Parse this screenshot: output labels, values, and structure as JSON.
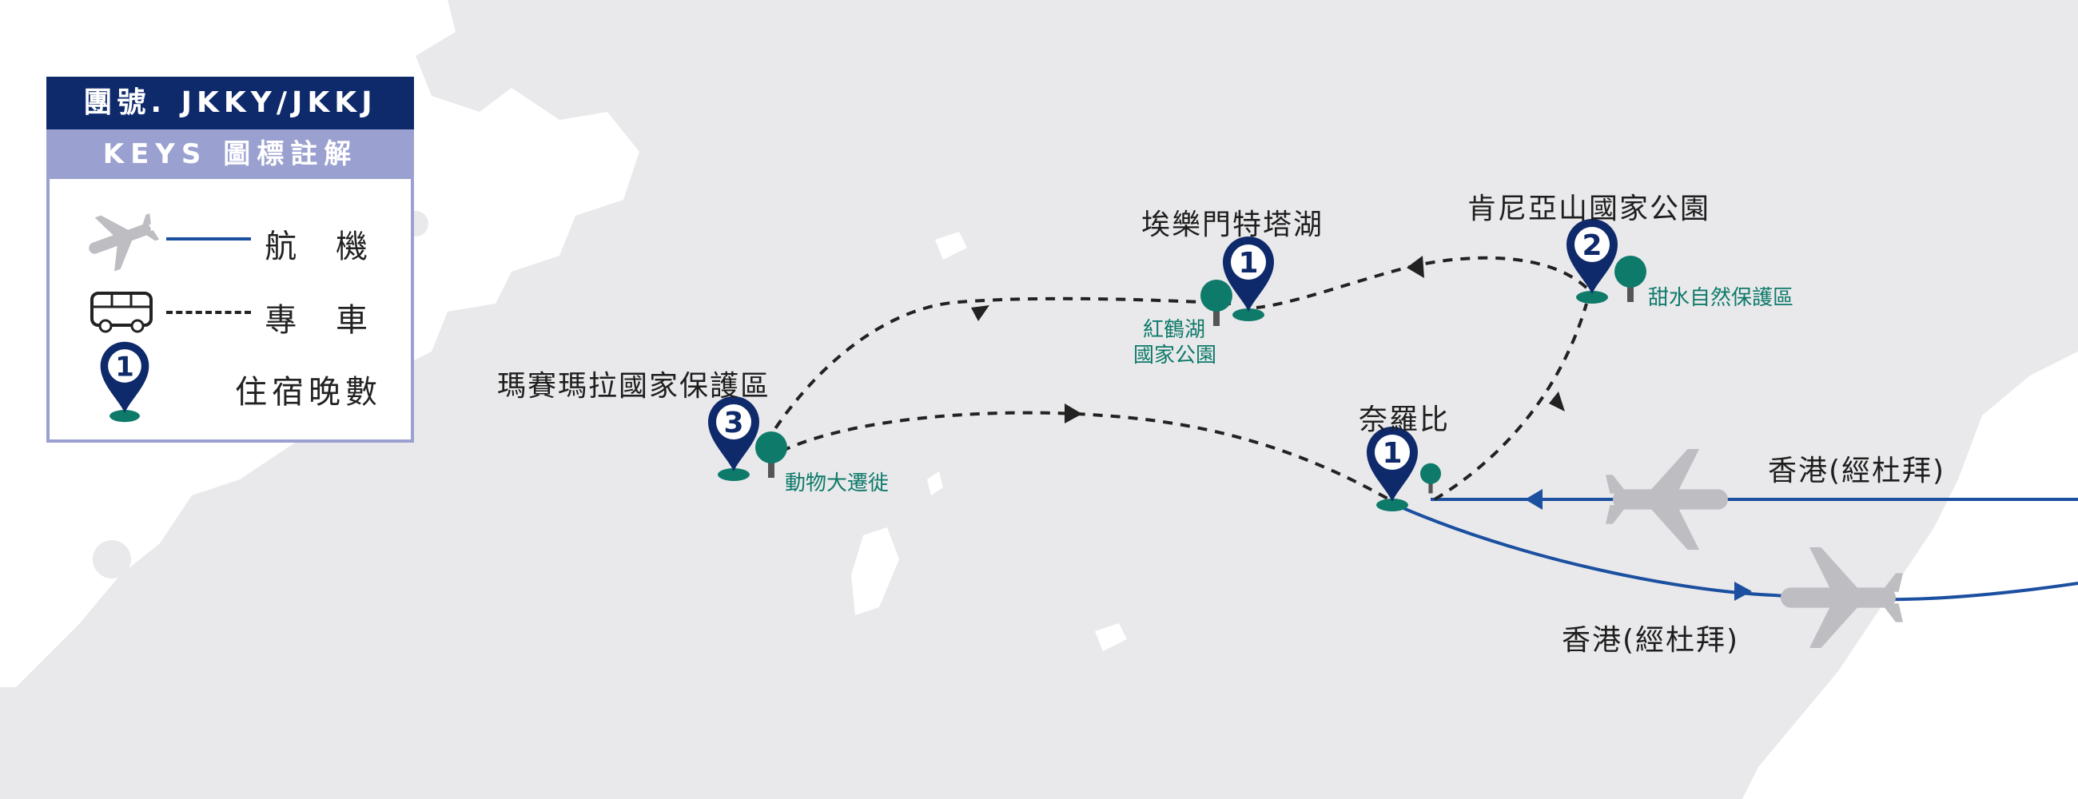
{
  "legend": {
    "title": "團號. JKKY/JKKJ",
    "subtitle": "KEYS 圖標註解",
    "items": [
      {
        "icon": "plane-icon",
        "line": "solid",
        "label": "航 機"
      },
      {
        "icon": "bus-icon",
        "line": "dashed",
        "label": "專 車"
      },
      {
        "icon": "pin-icon",
        "number": "1",
        "label": "住宿晚數"
      }
    ]
  },
  "places": [
    {
      "name": "埃樂門特塔湖",
      "nights": "1"
    },
    {
      "name": "肯尼亞山國家公園",
      "nights": "2"
    },
    {
      "name": "瑪賽瑪拉國家保護區",
      "nights": "3"
    },
    {
      "name": "奈羅比",
      "nights": "1"
    }
  ],
  "parks": [
    {
      "name_line1": "紅鶴湖",
      "name_line2": "國家公園"
    },
    {
      "name": "甜水自然保護區"
    },
    {
      "name": "動物大遷徙"
    }
  ],
  "flights": [
    {
      "label": "香港(經杜拜)",
      "direction": "inbound"
    },
    {
      "label": "香港(經杜拜)",
      "direction": "outbound"
    }
  ],
  "colors": {
    "navy": "#0f2a6b",
    "legend_purple": "#9aa0d0",
    "teal": "#0e7a6a",
    "flight_line": "#1b4fa0",
    "land": "#ffffff",
    "sea": "#e9e9eb",
    "plane": "#bdbdc2"
  }
}
